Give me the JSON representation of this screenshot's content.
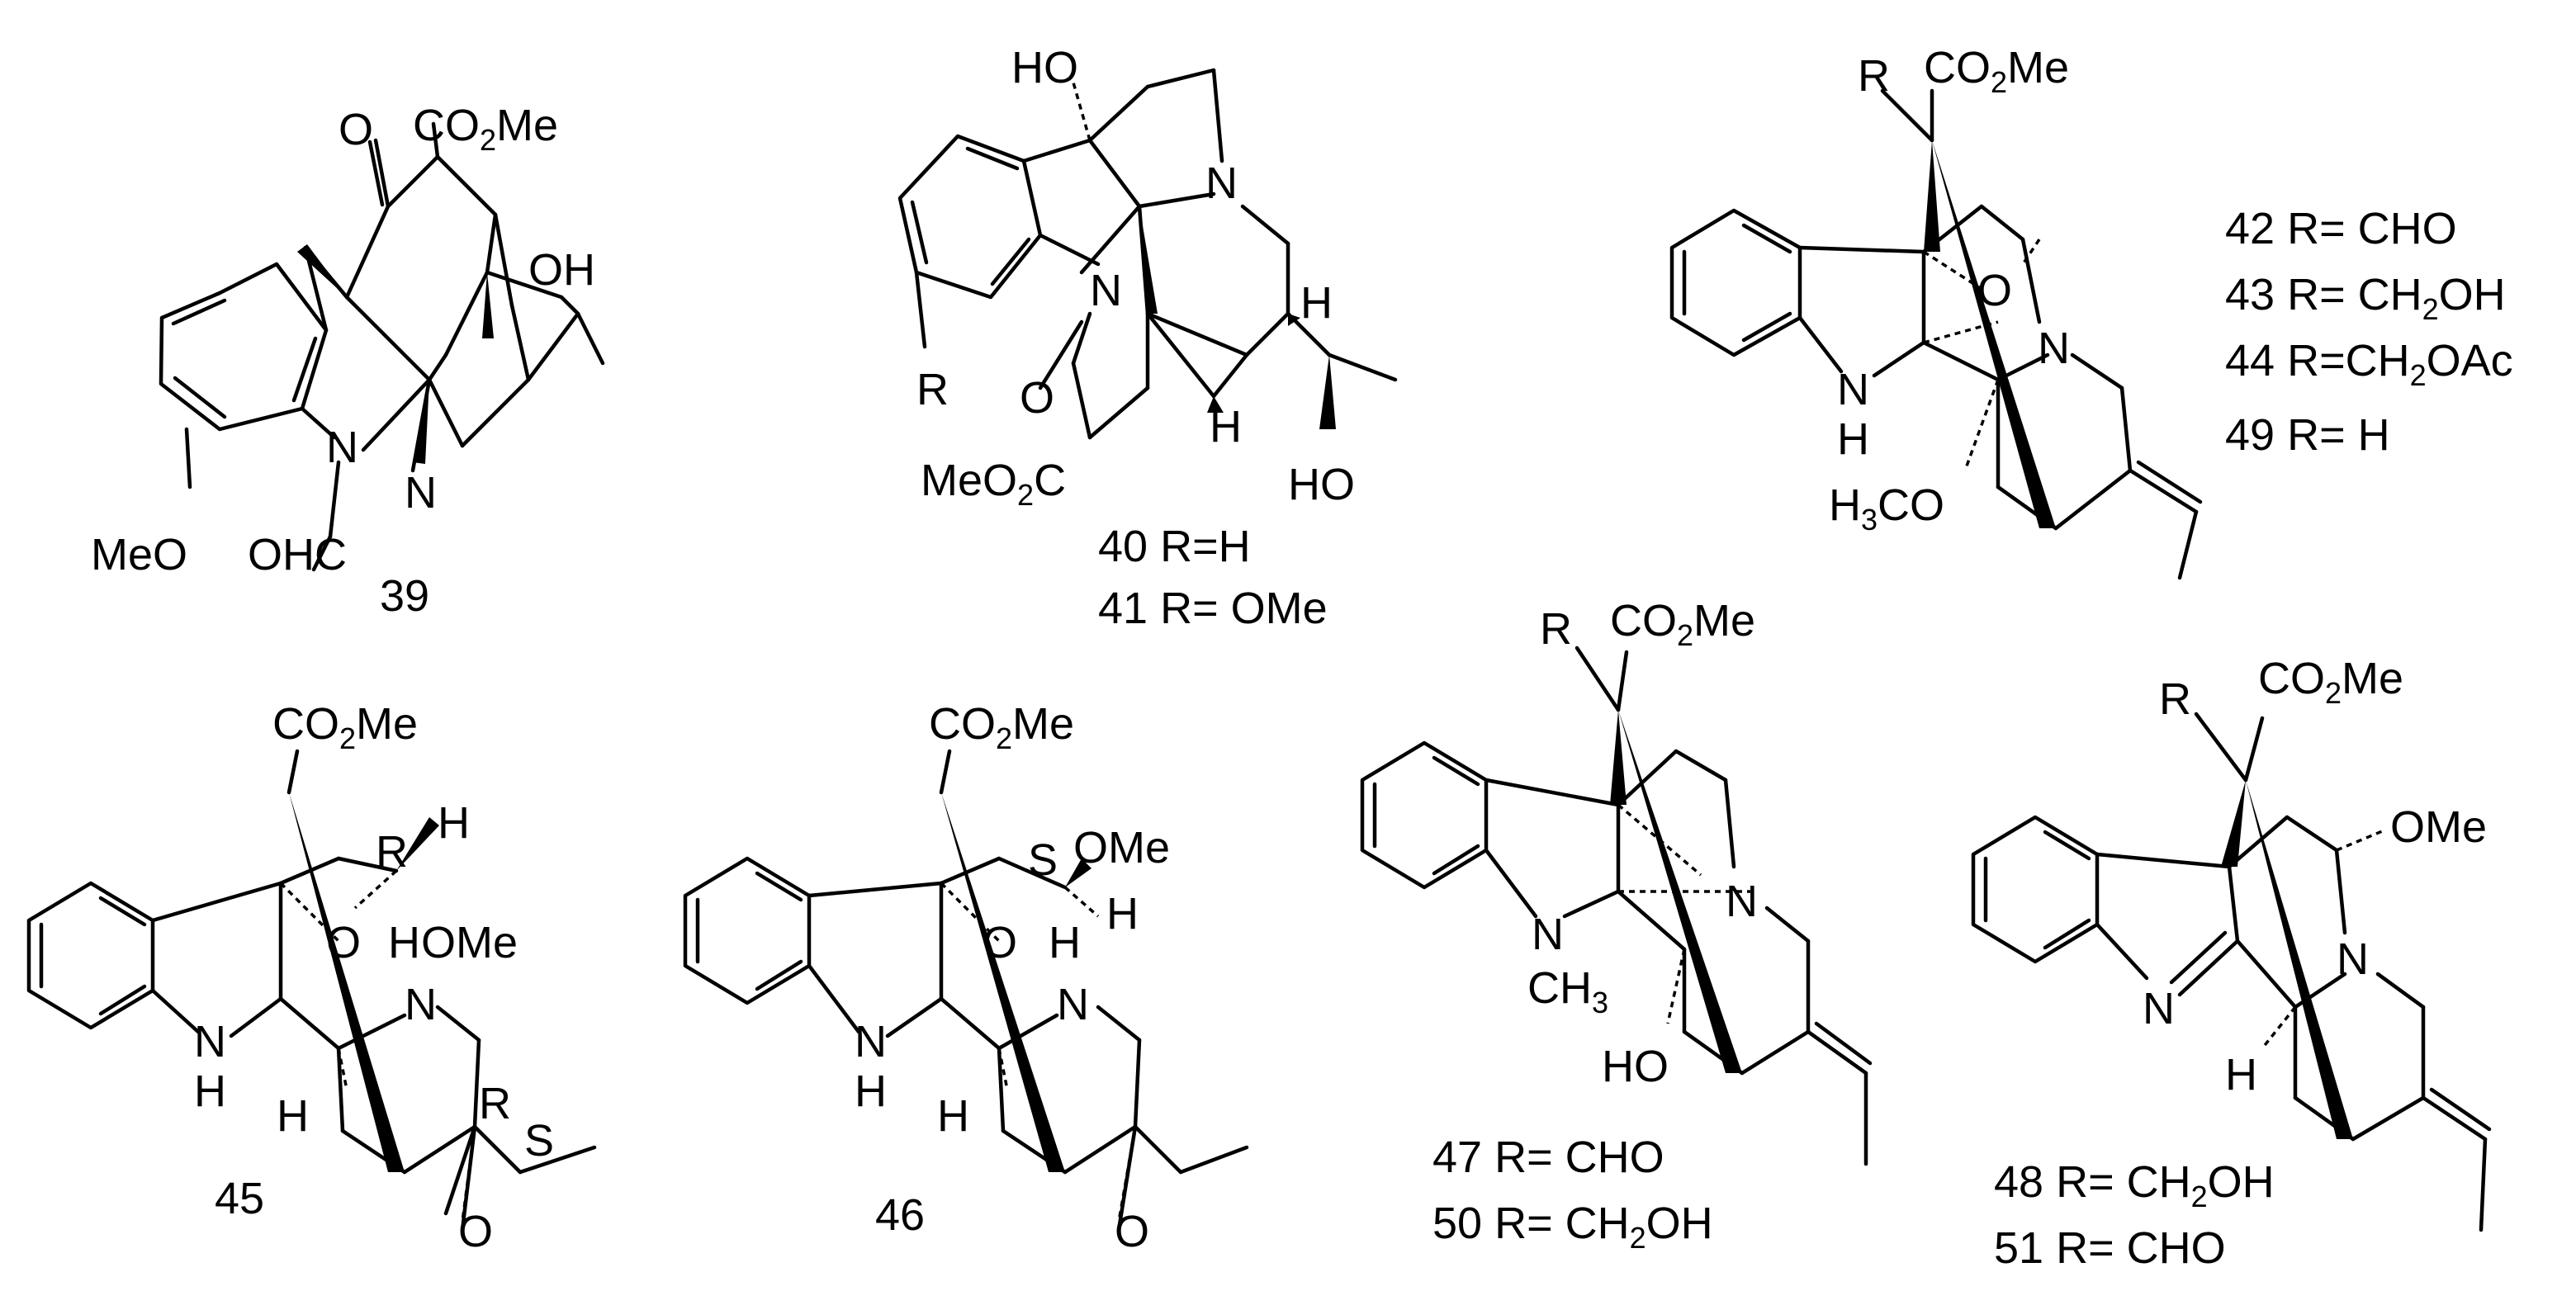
{
  "figure": {
    "compounds": [
      {
        "id": "39",
        "atom_labels": [
          "O",
          "CO2Me",
          "OH",
          "N",
          "N",
          "MeO",
          "OHC"
        ]
      },
      {
        "id": "40-41",
        "atom_labels": [
          "HO",
          "N",
          "N",
          "R",
          "O",
          "MeO2C",
          "H",
          "H",
          "HO"
        ],
        "variants": [
          "40 R=H",
          "41 R= OMe"
        ]
      },
      {
        "id": "42-44-49",
        "atom_labels": [
          "R",
          "CO2Me",
          "O",
          "N",
          "NH",
          "H3CO"
        ],
        "variants": [
          "42 R= CHO",
          "43 R= CH2OH",
          "44 R=CH2OAc",
          "49 R= H"
        ]
      },
      {
        "id": "45",
        "atom_labels": [
          "CO2Me",
          "R",
          "H",
          "O",
          "H",
          "OMe",
          "N",
          "NH",
          "H",
          "R",
          "S",
          "O"
        ]
      },
      {
        "id": "46",
        "atom_labels": [
          "CO2Me",
          "S",
          "OMe",
          "O",
          "H",
          "H",
          "N",
          "NH",
          "H",
          "O"
        ]
      },
      {
        "id": "47-50",
        "atom_labels": [
          "R",
          "CO2Me",
          "N",
          "N",
          "CH3",
          "HO"
        ],
        "variants": [
          "47 R= CHO",
          "50 R= CH2OH"
        ]
      },
      {
        "id": "48-51",
        "atom_labels": [
          "R",
          "CO2Me",
          "OMe",
          "N",
          "N",
          "H"
        ],
        "variants": [
          "48 R= CH2OH",
          "51 R= CHO"
        ]
      }
    ]
  }
}
